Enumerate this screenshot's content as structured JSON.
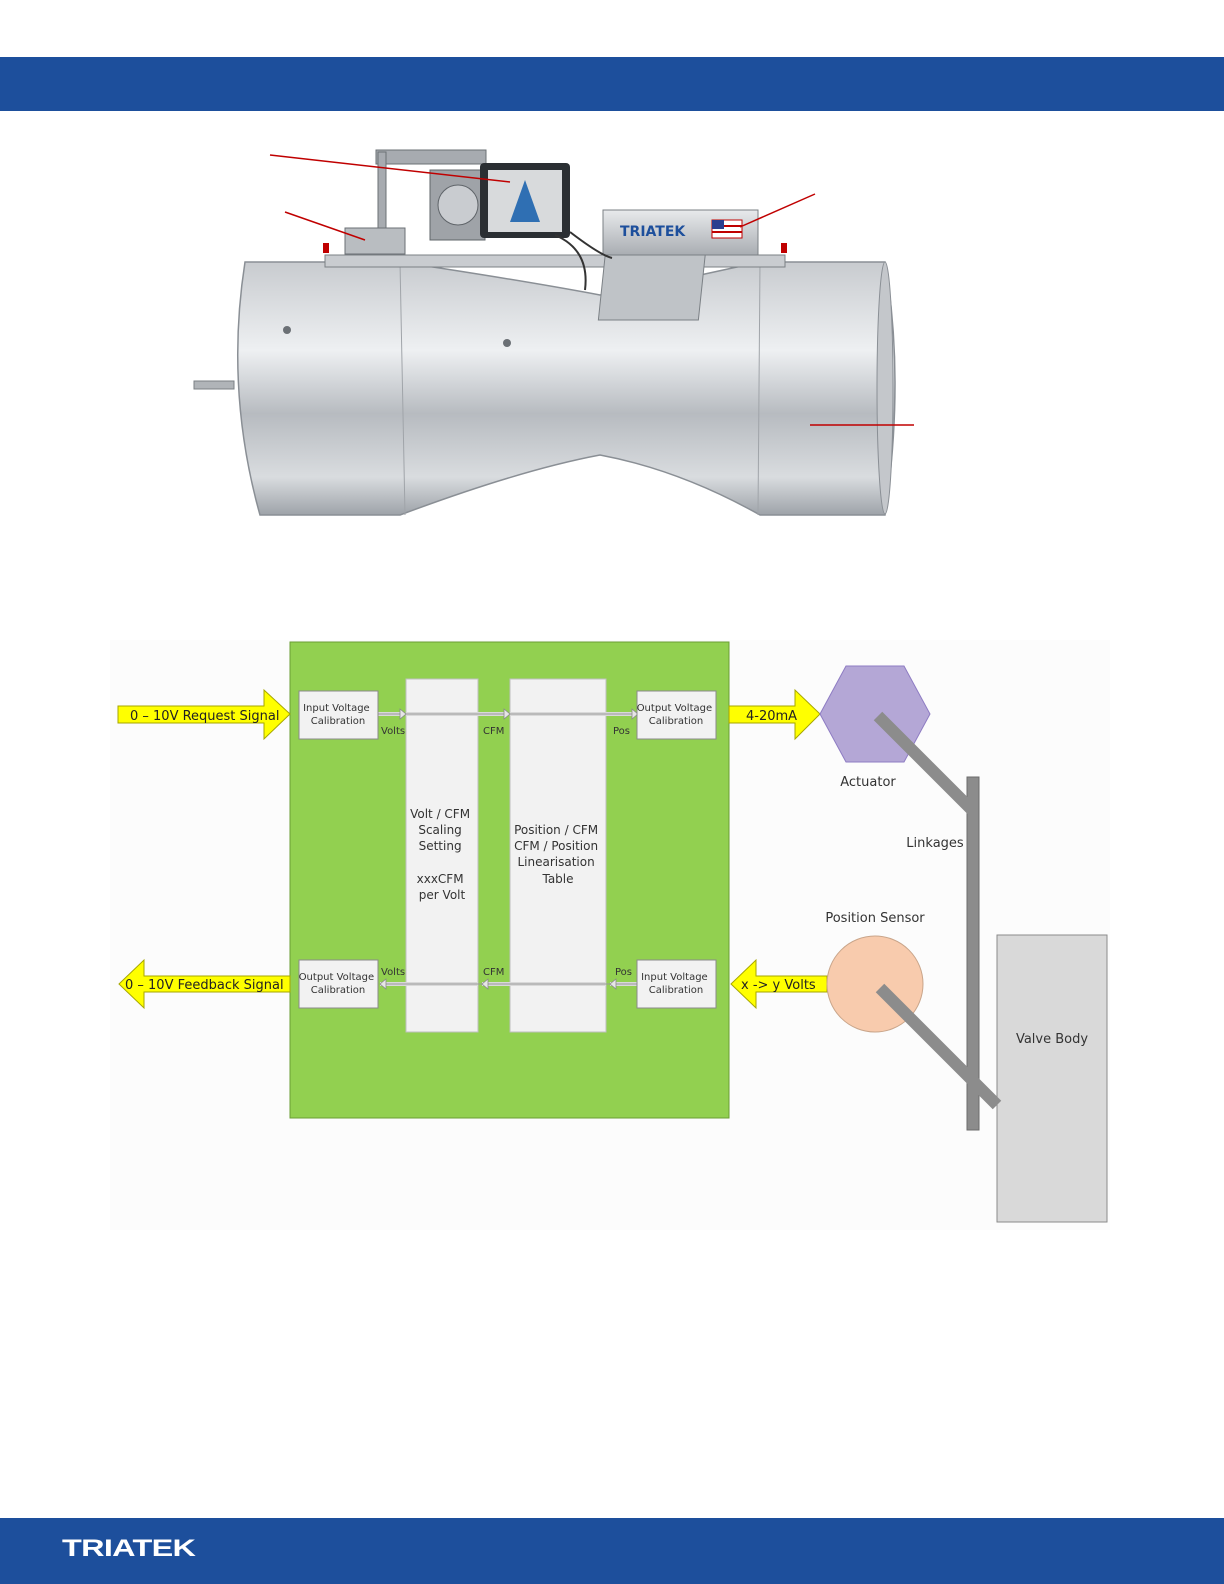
{
  "brand": {
    "logo_text": "TRIATEK",
    "name_plate": "TRIATEK"
  },
  "colors": {
    "header_blue": "#1d4f9c",
    "board_green": "#92d050",
    "signal_yellow": "#ffff00",
    "callout_red": "#c00000",
    "actuator_purple": "#b4a7d6",
    "sensor_peach": "#f8cbad",
    "valve_gray": "#d9d9d9",
    "linkage_gray": "#8c8c8c"
  },
  "diagram": {
    "signals": {
      "request": "0 – 10V Request Signal",
      "feedback": "0 – 10V Feedback Signal",
      "output_ma": "4-20mA",
      "sensor_volts": "x -> y Volts"
    },
    "blocks": {
      "input_cal_top": [
        "Input Voltage",
        "Calibration"
      ],
      "output_cal_top": [
        "Output Voltage",
        "Calibration"
      ],
      "output_cal_bottom": [
        "Output Voltage",
        "Calibration"
      ],
      "input_cal_bottom": [
        "Input Voltage",
        "Calibration"
      ],
      "scaling": [
        "Volt / CFM",
        "Scaling",
        "Setting",
        "",
        "xxxCFM",
        "per Volt"
      ],
      "linearisation": [
        "Position / CFM",
        "CFM / Position",
        "Linearisation",
        "Table"
      ]
    },
    "port_labels": {
      "volts_top": "Volts",
      "cfm_top": "CFM",
      "pos_top": "Pos",
      "volts_bottom": "Volts",
      "cfm_bottom": "CFM",
      "pos_bottom": "Pos"
    },
    "components": {
      "actuator": "Actuator",
      "linkages": "Linkages",
      "position_sensor": "Position Sensor",
      "valve_body": "Valve Body"
    }
  }
}
